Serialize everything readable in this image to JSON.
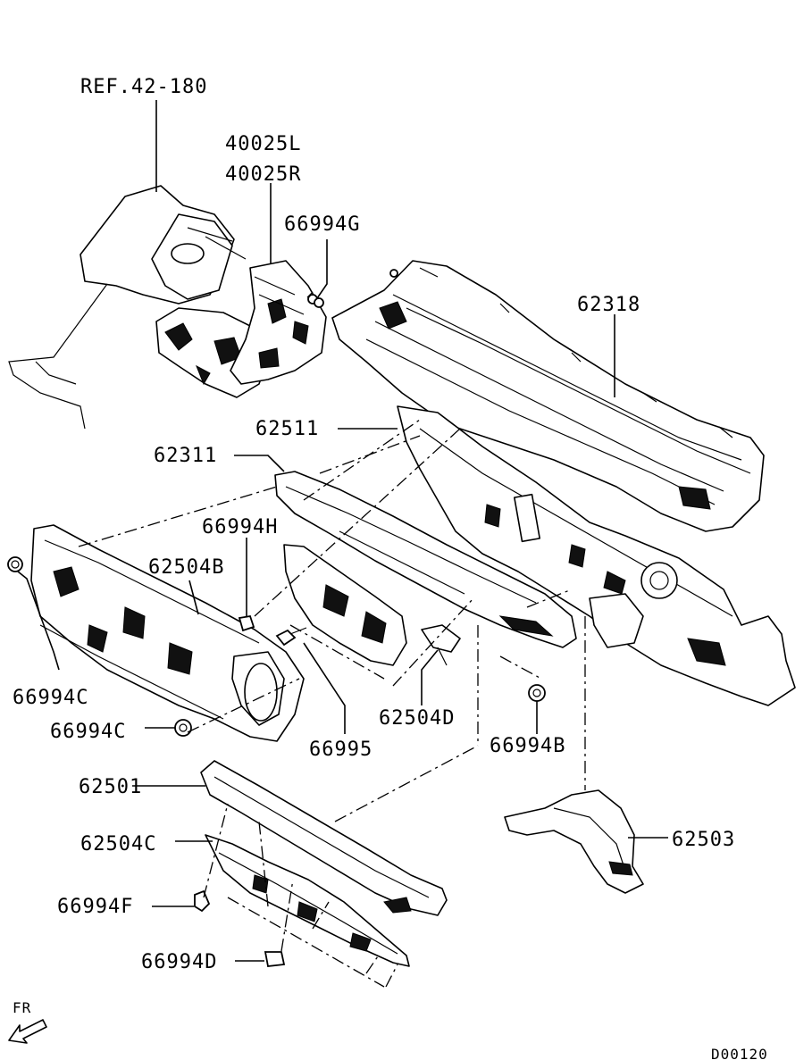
{
  "labels": {
    "ref": "REF.42-180",
    "p40025l": "40025L",
    "p40025r": "40025R",
    "p66994g": "66994G",
    "p62318": "62318",
    "p62511": "62511",
    "p62311": "62311",
    "p66994h": "66994H",
    "p62504b": "62504B",
    "p66994c_a": "66994C",
    "p66994c_b": "66994C",
    "p66995": "66995",
    "p62504d": "62504D",
    "p66994b": "66994B",
    "p62501": "62501",
    "p62504c": "62504C",
    "p66994f": "66994F",
    "p66994d": "66994D",
    "p62503": "62503"
  },
  "front_marker": "FR",
  "drawing_code": "D00120"
}
